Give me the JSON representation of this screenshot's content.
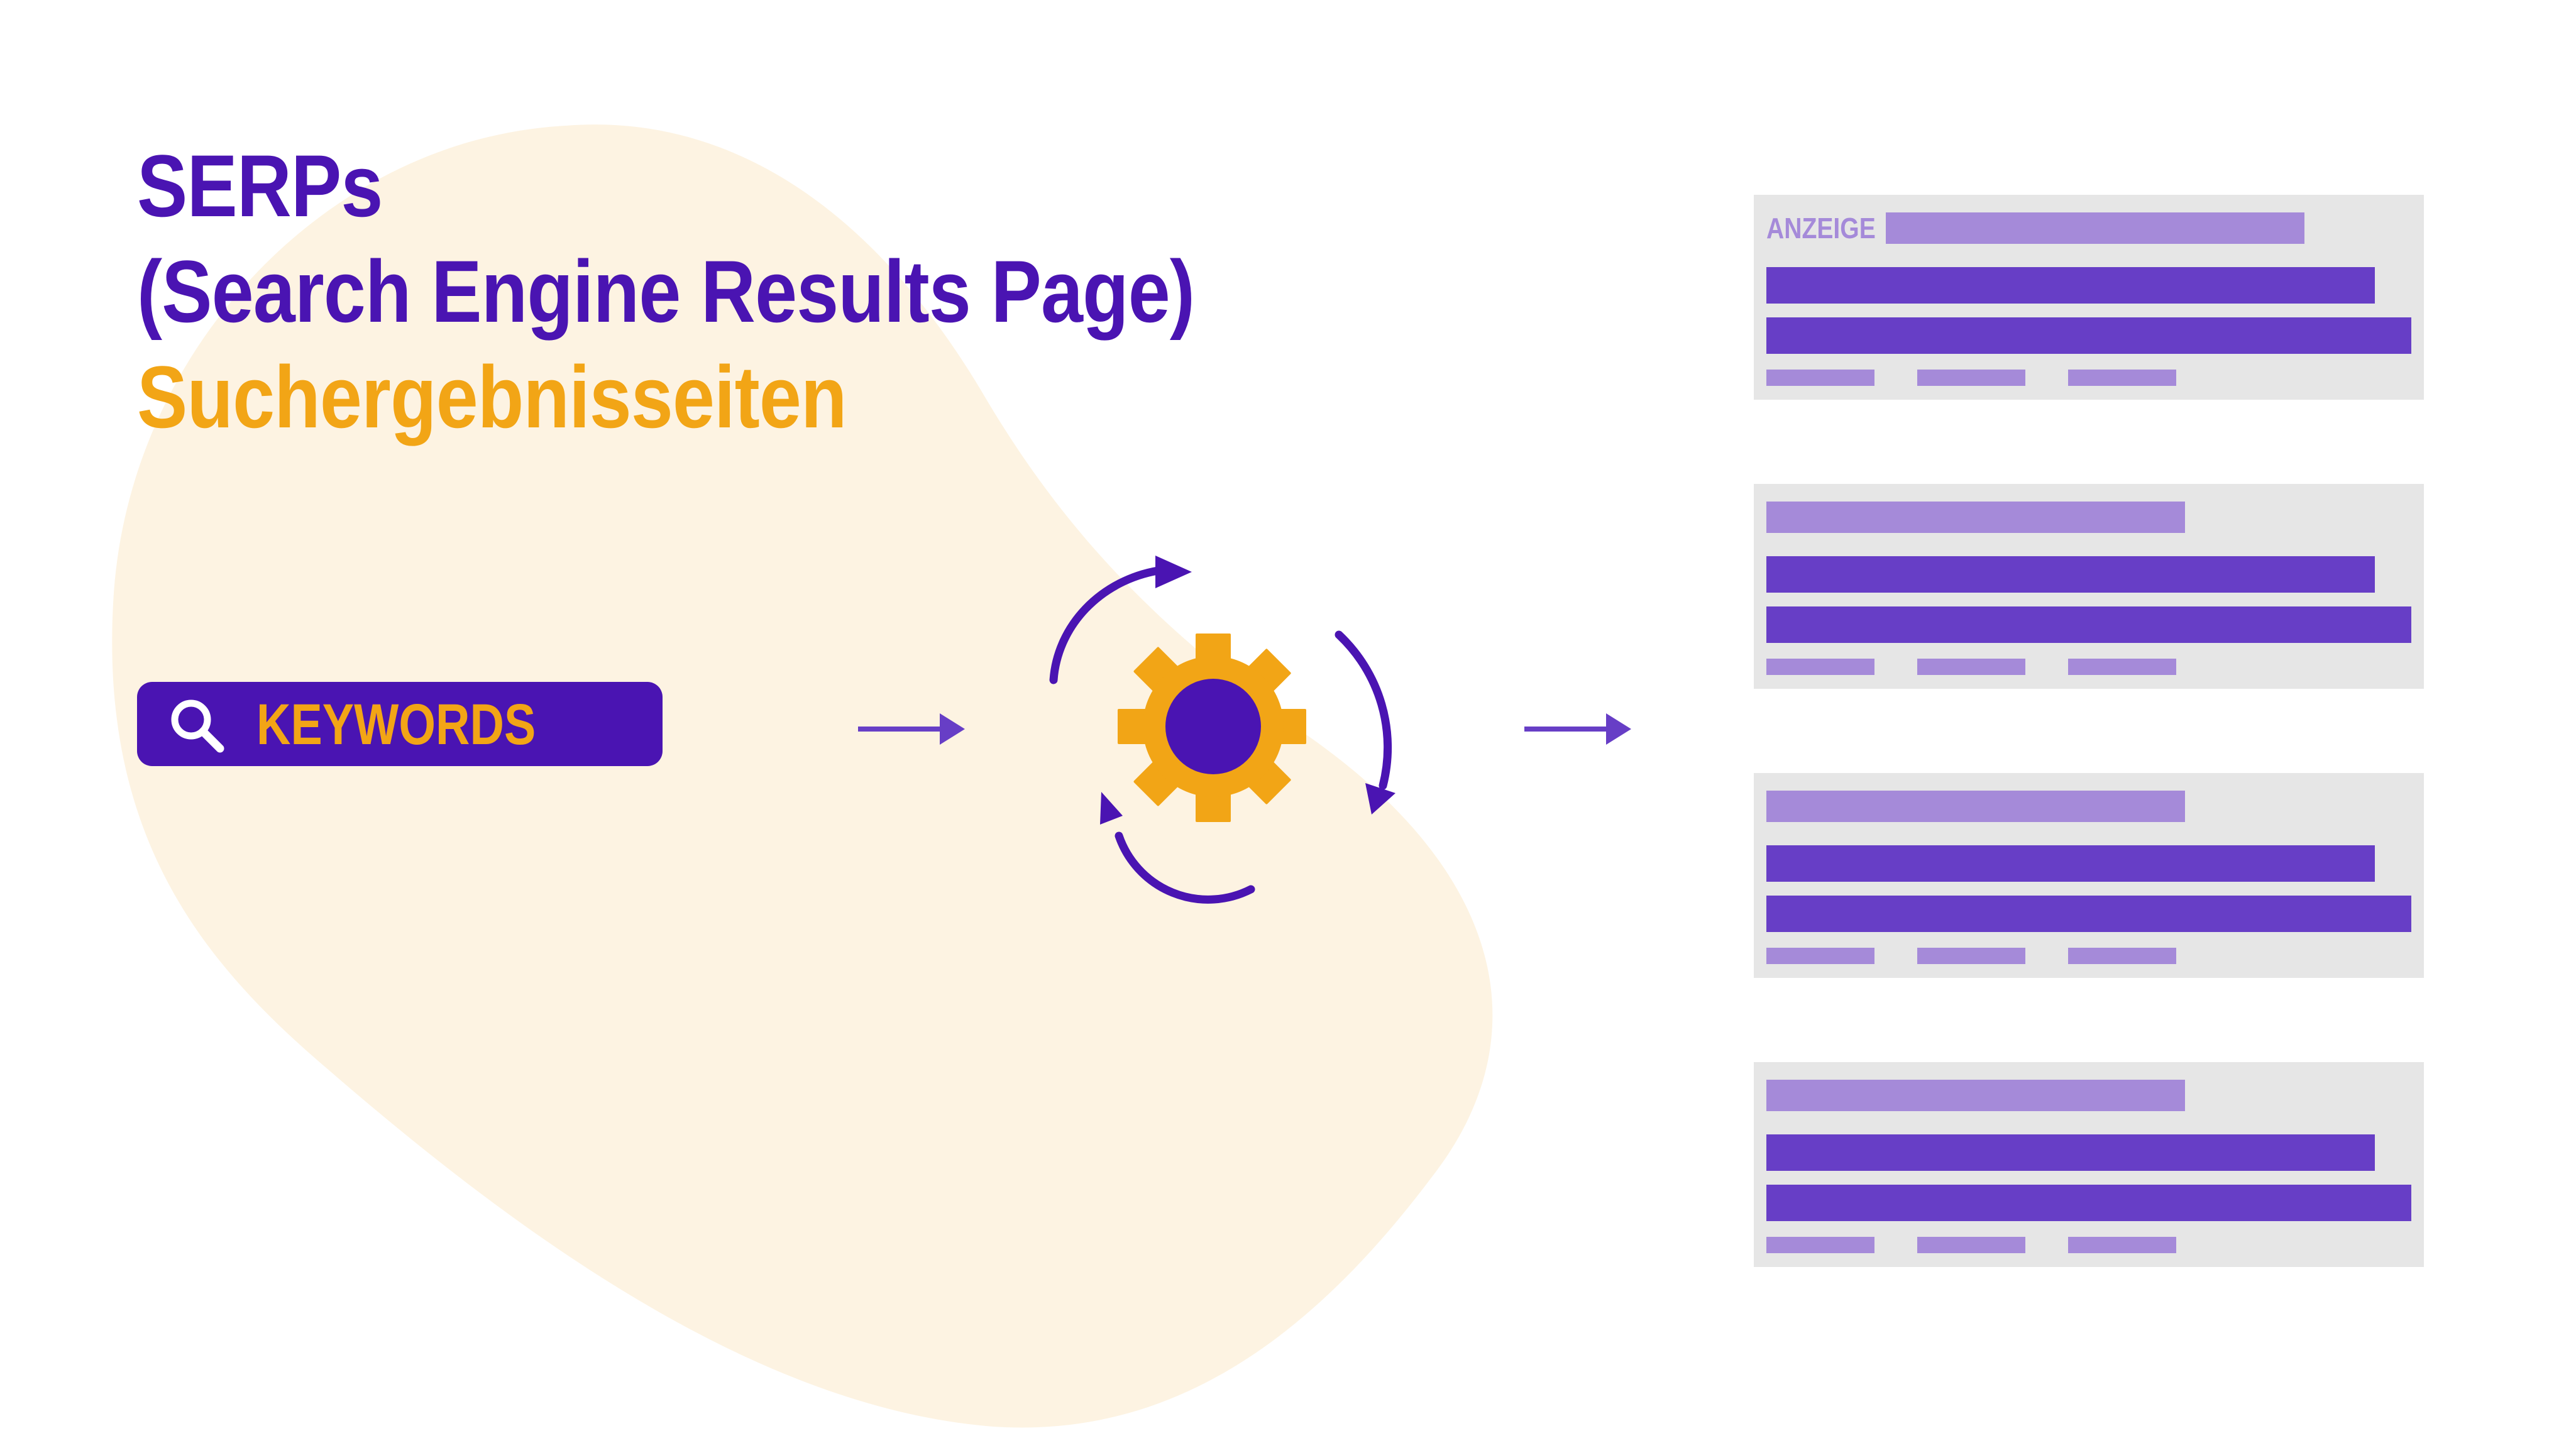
{
  "colors": {
    "purple": "#4a14b2",
    "orange": "#f2a516",
    "blob": "#fdf3e2",
    "card_bg": "#e6e6e6",
    "bar_dark": "#673ec6",
    "bar_light": "#a58ad9"
  },
  "title": {
    "line1": "SERPs",
    "line2": "(Search Engine Results Page)",
    "line3": "Suchergebnisseiten"
  },
  "search": {
    "icon": "search-icon",
    "label": "KEYWORDS"
  },
  "process": {
    "icon": "gear-icon",
    "cycle_icon": "refresh-arrows-icon"
  },
  "results": [
    {
      "ad_label": "ANZEIGE"
    },
    {
      "ad_label": ""
    },
    {
      "ad_label": ""
    },
    {
      "ad_label": ""
    }
  ]
}
